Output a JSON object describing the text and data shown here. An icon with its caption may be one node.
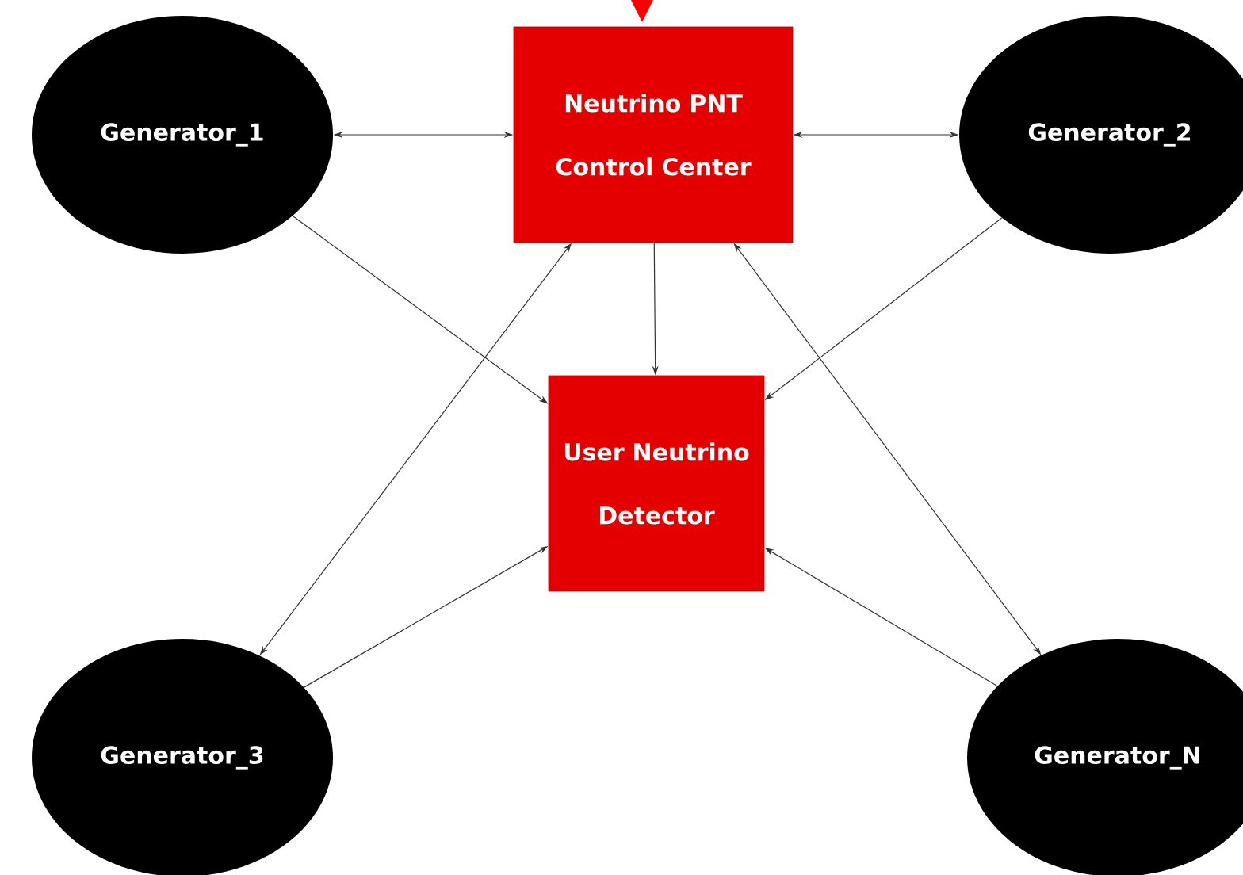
{
  "diagram": {
    "nodes": [
      {
        "text": [
          "Generator_1"
        ]
      },
      {
        "text": [
          "Neutrino PNT Control Center"
        ]
      },
      {
        "text": [
          "Generator_2"
        ]
      },
      {
        "text": [
          "User Neutrino Detector"
        ]
      },
      {
        "text": [
          "Generator_3"
        ]
      },
      {
        "text": [
          "Generator_N"
        ]
      }
    ],
    "edges": [
      {
        "from": 0,
        "to": 1,
        "arrow": "both"
      },
      {
        "from": 1,
        "to": 2,
        "arrow": "both"
      },
      {
        "from": 1,
        "to": 3,
        "arrow": "to"
      },
      {
        "from": 0,
        "to": 3,
        "arrow": "to"
      },
      {
        "from": 2,
        "to": 3,
        "arrow": "to"
      },
      {
        "from": 1,
        "to": 4,
        "arrow": "both"
      },
      {
        "from": 1,
        "to": 5,
        "arrow": "both"
      },
      {
        "from": 4,
        "to": 3,
        "arrow": "to"
      },
      {
        "from": 5,
        "to": 3,
        "arrow": "to"
      }
    ]
  }
}
